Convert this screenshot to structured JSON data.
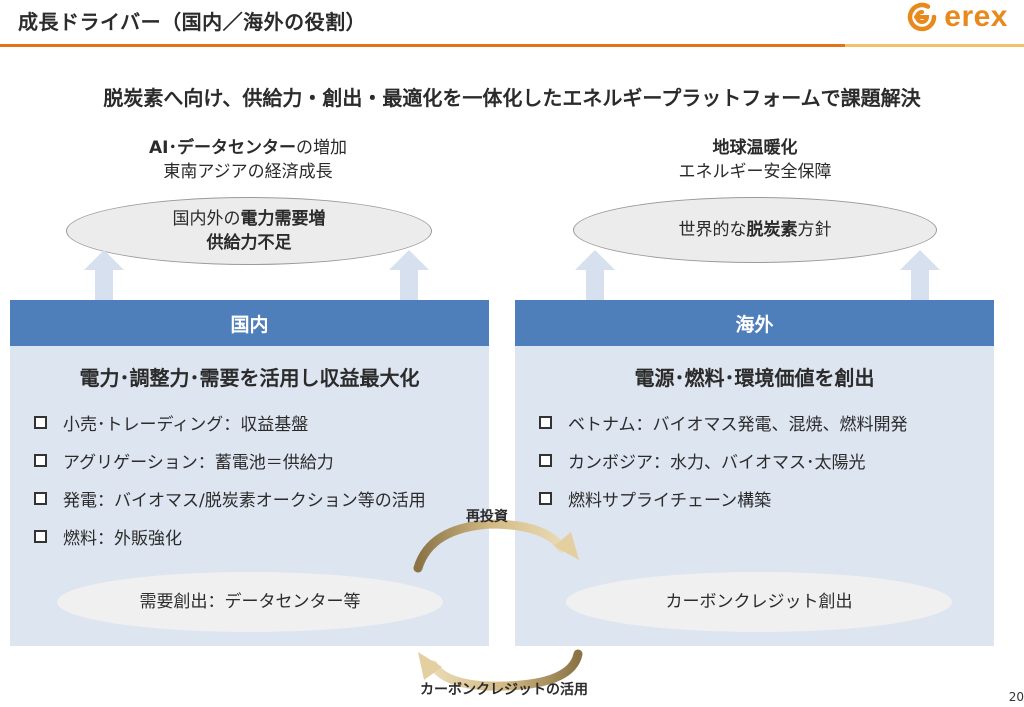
{
  "header": {
    "title": "成長ドライバー（国内／海外の役割）",
    "logo_text": "erex",
    "logo_icon": "erex-logo-icon",
    "accent_color": "#e2731d",
    "accent_light_color": "#f2c26b"
  },
  "subtitle": "脱炭素へ向け、供給力・創出・最適化を一体化したエネルギープラットフォームで課題解決",
  "domestic_drivers": {
    "line1_bold": "AI･データセンター",
    "line1_rest": "の増加",
    "line2": "東南アジアの経済成長"
  },
  "overseas_drivers": {
    "line1": "地球温暖化",
    "line2": "エネルギー安全保障"
  },
  "domestic_ellipse": {
    "line1_pre": "国内外の",
    "line1_bold": "電力需要増",
    "line2_bold": "供給力不足"
  },
  "overseas_ellipse": {
    "pre": "世界的な",
    "bold": "脱炭素",
    "post": "方針"
  },
  "domestic_panel": {
    "header": "国内",
    "headline": "電力･調整力･需要を活用し収益最大化",
    "items": [
      "小売･トレーディング：収益基盤",
      "アグリゲーション：蓄電池＝供給力",
      "発電：バイオマス/脱炭素オークション等の活用",
      "燃料：外販強化"
    ],
    "bottom_ellipse": "需要創出：データセンター等"
  },
  "overseas_panel": {
    "header": "海外",
    "headline": "電源･燃料･環境価値を創出",
    "items": [
      "ベトナム：バイオマス発電、混焼、燃料開発",
      "カンボジア：水力、バイオマス･太陽光",
      "燃料サプライチェーン構築"
    ],
    "bottom_ellipse": "カーボンクレジット創出"
  },
  "flows": {
    "reinvest": "再投資",
    "credit_use": "カーボンクレジットの活用"
  },
  "colors": {
    "panel_header": "#4f7fba",
    "panel_body": "#dde5f0",
    "arrow_up": "#d6e0ee",
    "curve_arrow": "#c8ad74"
  },
  "page_number": "20"
}
